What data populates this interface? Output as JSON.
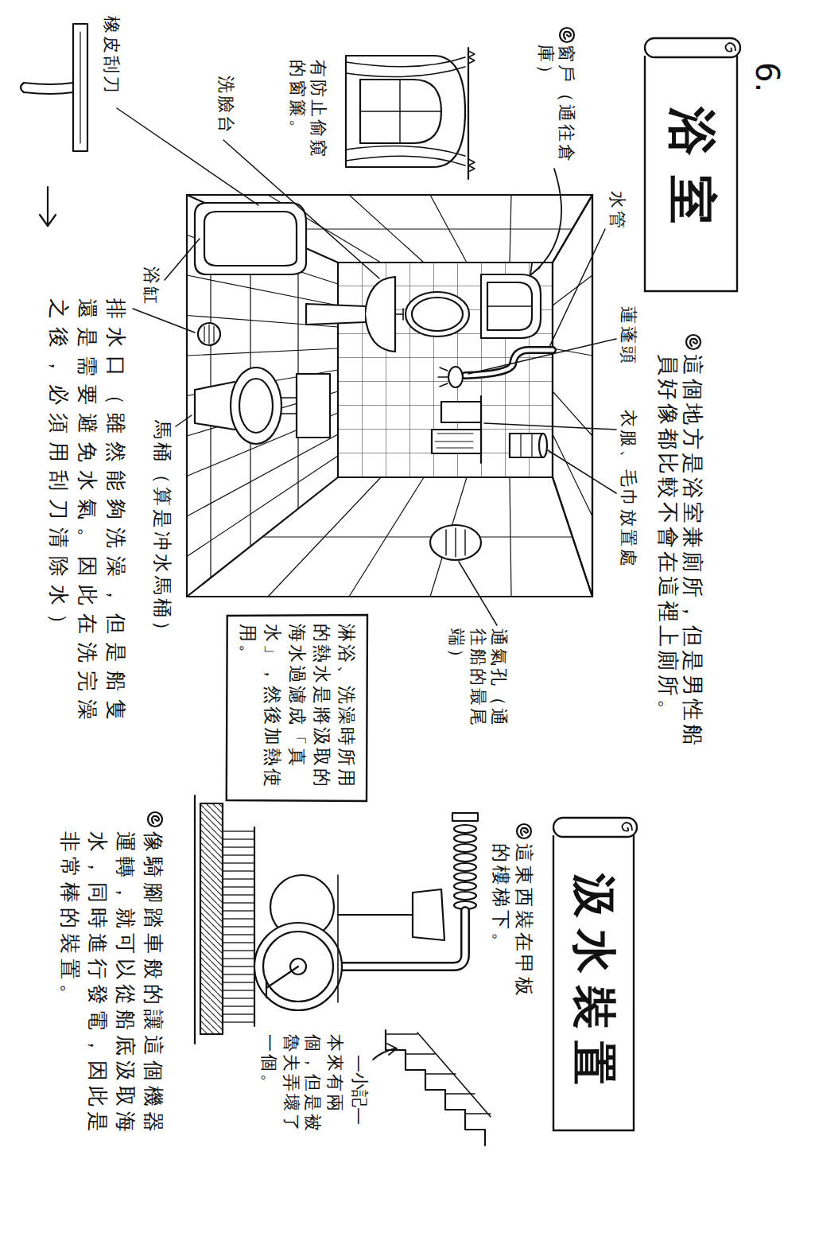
{
  "diagram": {
    "nodes": [
      {
        "text": [
          "浴室"
        ]
      },
      {
        "text": [
          "淋浴、洗澡時所用的熱水是將汲取的海水過濾成「真水」，然後加熱使用。"
        ]
      },
      {
        "text": [
          "汲水裝置"
        ]
      }
    ],
    "labels": [
      "6.",
      "這個地方是浴室兼廁所，但是男性船員好像都比較不會在這裡上廁所。",
      "水管",
      "蓮蓬頭",
      "衣服、毛巾放置處",
      "窗戶（通往倉庫）",
      "有防止偷窺的窗簾。",
      "洗臉台",
      "橡皮刮刀",
      "浴缸",
      "排水口（雖然能夠洗澡，但是船隻還是需要避免水氣。因此在洗完澡之後，必須用刮刀清除水）",
      "馬桶（算是冲水馬桶）",
      "通氣孔（通往船的最尾端）",
      "這東西裝在甲板的樓梯下。",
      "—小記—",
      "本來有兩個，但是被魯夫弄壞了一個。",
      "像騎腳踏車般的讓這個機器運轉，就可以從船底汲取海水，同時進行發電，因此是非常棒的裝置。"
    ]
  }
}
